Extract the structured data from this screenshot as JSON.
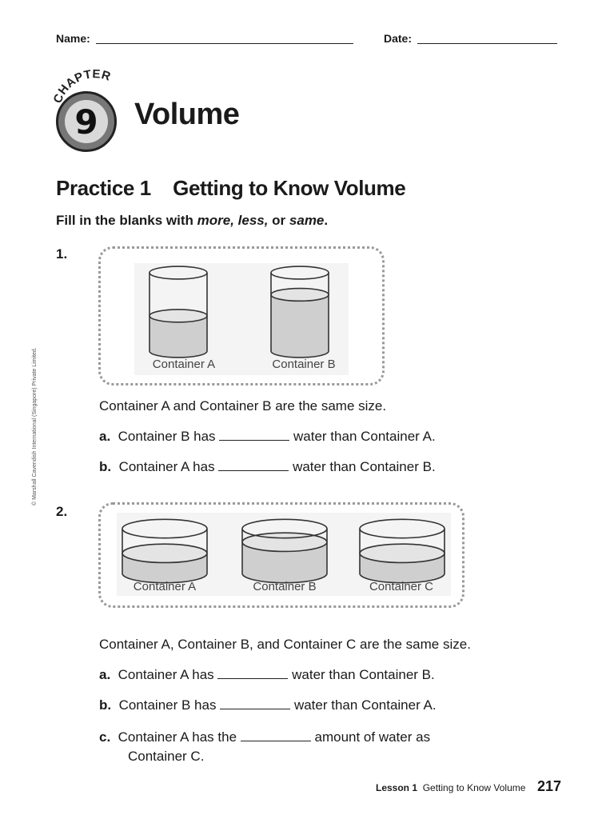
{
  "header": {
    "name_label": "Name:",
    "date_label": "Date:"
  },
  "chapter": {
    "word": "CHAPTER",
    "number": "9",
    "title": "Volume"
  },
  "practice": {
    "title": "Practice 1    Getting to Know Volume",
    "instructions_pre": "Fill in the blanks with ",
    "instructions_em": "more, less,",
    "instructions_mid": " or ",
    "instructions_em2": "same",
    "instructions_post": "."
  },
  "q1": {
    "number": "1.",
    "containers": [
      {
        "label": "Container A",
        "fill_fraction": 0.45
      },
      {
        "label": "Container B",
        "fill_fraction": 0.72
      }
    ],
    "statement": "Container A and Container B are the same size.",
    "items": [
      {
        "letter": "a.",
        "pre": "Container B has",
        "post": "water than Container A."
      },
      {
        "letter": "b.",
        "pre": "Container A has",
        "post": "water than Container B."
      }
    ]
  },
  "q2": {
    "number": "2.",
    "containers": [
      {
        "label": "Container A",
        "fill_fraction": 0.45
      },
      {
        "label": "Container B",
        "fill_fraction": 0.7
      },
      {
        "label": "Container C",
        "fill_fraction": 0.45
      }
    ],
    "statement": "Container A, Container B, and Container C are the same size.",
    "items": [
      {
        "letter": "a.",
        "pre": "Container A has",
        "post": "water than Container B."
      },
      {
        "letter": "b.",
        "pre": "Container B has",
        "post": "water than Container A."
      },
      {
        "letter": "c.",
        "pre": "Container A has the",
        "post": "amount of water as",
        "line2": "Container C."
      }
    ]
  },
  "footer": {
    "lesson": "Lesson 1",
    "lesson_title": "Getting to Know Volume",
    "page": "217"
  },
  "copyright": "© Marshall Cavendish International (Singapore) Private Limited."
}
